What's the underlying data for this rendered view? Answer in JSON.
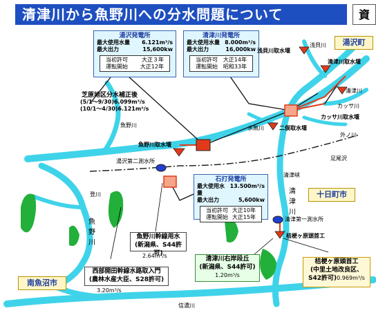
{
  "title": "清津川から魚野川への分水問題について",
  "doc_tab": "資",
  "cities": {
    "yuzawa": "湯沢町",
    "tokamachi": "十日町市",
    "minamiuonuma": "南魚沼市"
  },
  "yuzawa_plant": {
    "name": "湯沢発電所",
    "r1_label": "最大使用水量",
    "r1_value": "6.121m³/s",
    "r2_label": "最大出力",
    "r2_value": "15,600kw",
    "i1_label": "当初許可",
    "i1_value": "大正３年",
    "i2_label": "運転開始",
    "i2_value": "大正12年"
  },
  "kiyotsu_plant": {
    "name": "清津川発電所",
    "r1_label": "最大使用水量",
    "r1_value": "8.000m³/s",
    "r2_label": "最大出力",
    "r2_value": "16,000kw",
    "i1_label": "当初許可",
    "i1_value": "大正14年",
    "i2_label": "運転開始",
    "i2_value": "昭和33年"
  },
  "ishiuchi_plant": {
    "name": "石打発電所",
    "r1_label": "最大使用水量",
    "r1_value": "13.500m³/s",
    "r2_label": "最大出力",
    "r2_value": "5,600kw",
    "i1_label": "当初許可",
    "i1_value": "大正10年",
    "i2_label": "運転開始",
    "i2_value": "大正15年"
  },
  "shibahara": {
    "line1": "芝原地区分水補正後",
    "line2": "(5/1～9/30)6.099m³/s",
    "line3": "(10/1～4/30)6.121m³/s"
  },
  "labels": {
    "asakaigawa": "浅貝川",
    "asakaigawa_intake": "浅貝川取水堰",
    "kiyotsu_intake": "清津川取水堰",
    "kiyotsugawa_top": "清津川",
    "kassagawa": "カッサ川",
    "kassa_intake": "カッサ川取水堰",
    "futamata_intake": "二俣取水堰",
    "mizunashigawa": "水無川",
    "sotomatagawa": "外ノ川",
    "uonogawa_top": "魚野川",
    "uonogawa_intake": "魚野川取水堰",
    "yuzawa_no2": "湯沢第二測水所",
    "ashiwarazawa": "足尾沢",
    "kiyotsukyo": "清津峡",
    "kiyotsugawa_mid": "清津川",
    "kiyotsu_no1": "清津第一測水所",
    "kikyogahara_weir": "桔梗ヶ原頭首工",
    "tokigawa": "登川",
    "uonogawa_left": "魚野川",
    "shinanogawa": "信濃川"
  },
  "uonogawa_canal": {
    "line1": "魚野川幹線用水",
    "line2": "(新潟県、S44許可)",
    "flow": "2.64m³/s"
  },
  "seibu_canal": {
    "line1": "西部開田幹線水路取入門",
    "line2": "(農林水産大臣、S28許可)",
    "flow": "3.20m³/s"
  },
  "kiyotsu_right": {
    "line1": "清津川右岸段丘",
    "line2": "(新潟県、S44許可)",
    "flow": "1.20m³/s"
  },
  "kikyogahara": {
    "line1": "桔梗ヶ原頭首工",
    "line2": "(中里土地改良区、",
    "line3": "S42許可)",
    "flow": "0.969m³/s"
  },
  "colors": {
    "title_bg": "#1e4fc0",
    "river": "#3fd3ea",
    "plant": "#e03a1a",
    "weir": "#d81e1e",
    "field": "#22b03a",
    "boundary": "#222222"
  }
}
